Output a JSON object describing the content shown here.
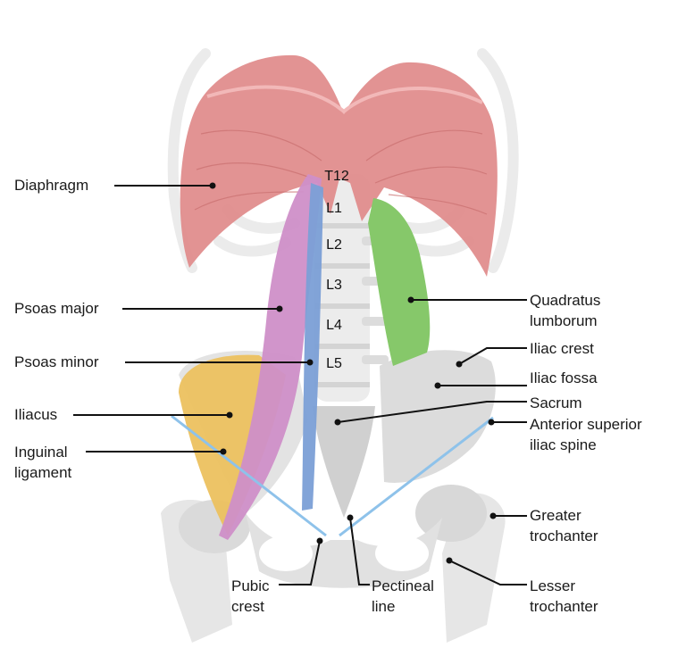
{
  "colors": {
    "diaphragm": "#e08a8a",
    "psoas_major": "#cf8fc8",
    "psoas_minor": "#7b9fd6",
    "iliacus": "#ecc15f",
    "quadratus": "#86c86a",
    "bone": "#dcdcdc",
    "ligament": "#8ec2ea"
  },
  "vertebrae": [
    "T12",
    "L1",
    "L2",
    "L3",
    "L4",
    "L5"
  ],
  "labels": {
    "diaphragm": "Diaphragm",
    "psoas_major": "Psoas major",
    "psoas_minor": "Psoas minor",
    "iliacus": "Iliacus",
    "inguinal_1": "Inguinal",
    "inguinal_2": "ligament",
    "quadratus_1": "Quadratus",
    "quadratus_2": "lumborum",
    "iliac_crest": "Iliac crest",
    "iliac_fossa": "Iliac fossa",
    "sacrum": "Sacrum",
    "asis_1": "Anterior superior",
    "asis_2": "iliac spine",
    "greater_1": "Greater",
    "greater_2": "trochanter",
    "lesser_1": "Lesser",
    "lesser_2": "trochanter",
    "pubic_1": "Pubic",
    "pubic_2": "crest",
    "pectineal_1": "Pectineal",
    "pectineal_2": "line"
  }
}
